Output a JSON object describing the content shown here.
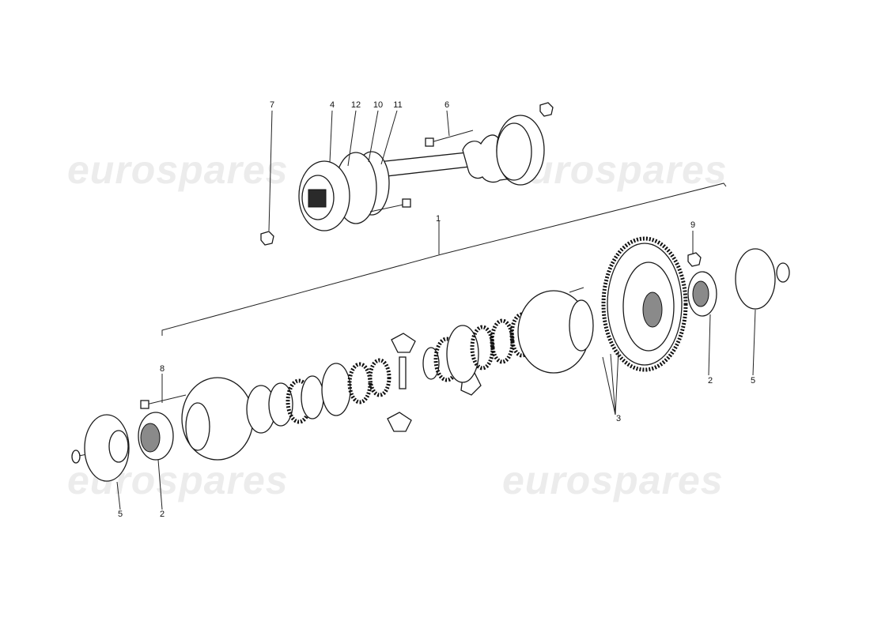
{
  "watermark": {
    "text": "eurospares",
    "color": "#ececec"
  },
  "callouts": {
    "c1": "1",
    "c2a": "2",
    "c2b": "2",
    "c3": "3",
    "c4": "4",
    "c5a": "5",
    "c5b": "5",
    "c6": "6",
    "c7": "7",
    "c8": "8",
    "c9": "9",
    "c10": "10",
    "c11": "11",
    "c12": "12"
  }
}
